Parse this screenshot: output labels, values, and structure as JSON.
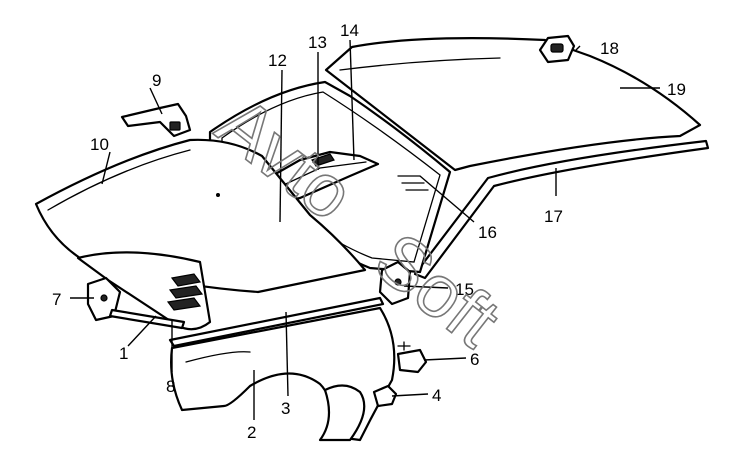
{
  "callouts": [
    {
      "id": "1",
      "label": "1"
    },
    {
      "id": "2",
      "label": "2"
    },
    {
      "id": "3",
      "label": "3"
    },
    {
      "id": "4",
      "label": "4"
    },
    {
      "id": "6",
      "label": "6"
    },
    {
      "id": "7",
      "label": "7"
    },
    {
      "id": "8",
      "label": "8"
    },
    {
      "id": "9",
      "label": "9"
    },
    {
      "id": "10",
      "label": "10"
    },
    {
      "id": "12",
      "label": "12"
    },
    {
      "id": "13",
      "label": "13"
    },
    {
      "id": "14",
      "label": "14"
    },
    {
      "id": "15",
      "label": "15"
    },
    {
      "id": "16",
      "label": "16"
    },
    {
      "id": "17",
      "label": "17"
    },
    {
      "id": "18",
      "label": "18"
    },
    {
      "id": "19",
      "label": "19"
    }
  ],
  "watermark": {
    "part1": "Avto",
    "part2": "Soft"
  }
}
